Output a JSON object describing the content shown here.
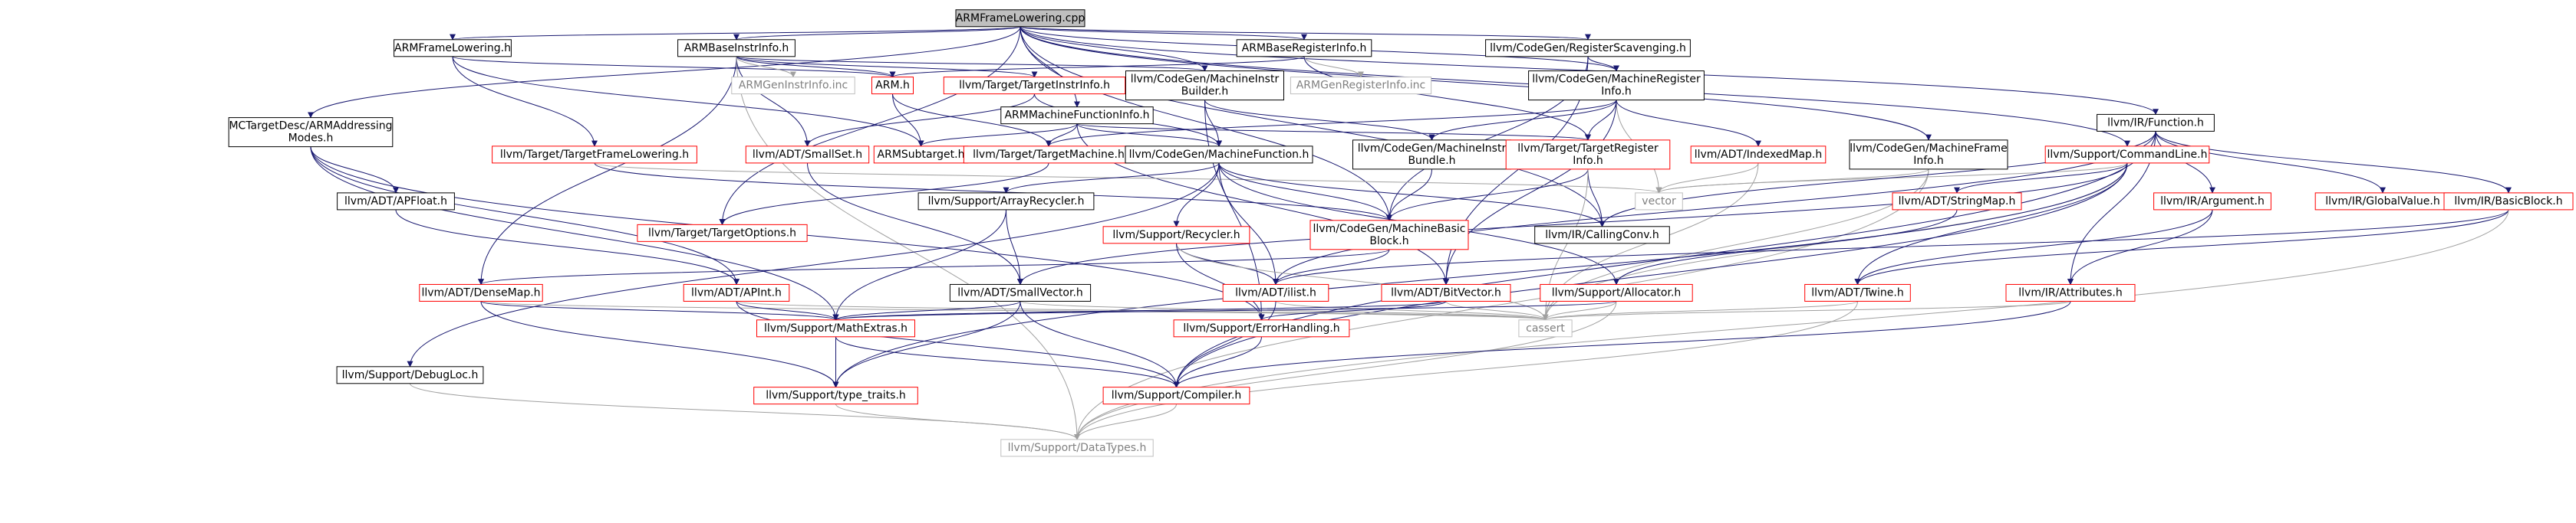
{
  "colors": {
    "edge": "#191970",
    "edge_light": "#a0a0a0",
    "box_border_black": "#000000",
    "box_border_red": "#ff0000",
    "box_border_gray": "#bfbfbf",
    "root_fill": "#bfbfbf",
    "text_red": "#ff0000",
    "text_gray": "#808080",
    "text_black": "#000000"
  },
  "nodes": [
    {
      "id": "root",
      "lines": [
        "ARMFrameLowering.cpp"
      ],
      "style": "root"
    },
    {
      "id": "armfl_h",
      "lines": [
        "ARMFrameLowering.h"
      ],
      "style": "black"
    },
    {
      "id": "armbaseinstr",
      "lines": [
        "ARMBaseInstrInfo.h"
      ],
      "style": "black"
    },
    {
      "id": "armbasereg",
      "lines": [
        "ARMBaseRegisterInfo.h"
      ],
      "style": "black"
    },
    {
      "id": "regscav",
      "lines": [
        "llvm/CodeGen/RegisterScavenging.h"
      ],
      "style": "black"
    },
    {
      "id": "armgeninstr",
      "lines": [
        "ARMGenInstrInfo.inc"
      ],
      "style": "gray"
    },
    {
      "id": "arm_h",
      "lines": [
        "ARM.h"
      ],
      "style": "red"
    },
    {
      "id": "targetinstr",
      "lines": [
        "llvm/Target/TargetInstrInfo.h"
      ],
      "style": "red"
    },
    {
      "id": "mibuilder",
      "lines": [
        "llvm/CodeGen/MachineInstr",
        "Builder.h"
      ],
      "style": "black"
    },
    {
      "id": "armgenreg",
      "lines": [
        "ARMGenRegisterInfo.inc"
      ],
      "style": "gray"
    },
    {
      "id": "mri",
      "lines": [
        "llvm/CodeGen/MachineRegister",
        "Info.h"
      ],
      "style": "black"
    },
    {
      "id": "armmfi",
      "lines": [
        "ARMMachineFunctionInfo.h"
      ],
      "style": "black"
    },
    {
      "id": "mctarget",
      "lines": [
        "MCTargetDesc/ARMAddressing",
        "Modes.h"
      ],
      "style": "black"
    },
    {
      "id": "tfl",
      "lines": [
        "llvm/Target/TargetFrameLowering.h"
      ],
      "style": "red"
    },
    {
      "id": "smallset",
      "lines": [
        "llvm/ADT/SmallSet.h"
      ],
      "style": "red"
    },
    {
      "id": "armsub",
      "lines": [
        "ARMSubtarget.h"
      ],
      "style": "red"
    },
    {
      "id": "targetmachine",
      "lines": [
        "llvm/Target/TargetMachine.h"
      ],
      "style": "red"
    },
    {
      "id": "mf",
      "lines": [
        "llvm/CodeGen/MachineFunction.h"
      ],
      "style": "black"
    },
    {
      "id": "mibundle",
      "lines": [
        "llvm/CodeGen/MachineInstr",
        "Bundle.h"
      ],
      "style": "black"
    },
    {
      "id": "tri",
      "lines": [
        "llvm/Target/TargetRegister",
        "Info.h"
      ],
      "style": "red"
    },
    {
      "id": "indexedmap",
      "lines": [
        "llvm/ADT/IndexedMap.h"
      ],
      "style": "red"
    },
    {
      "id": "mfi",
      "lines": [
        "llvm/CodeGen/MachineFrame",
        "Info.h"
      ],
      "style": "black"
    },
    {
      "id": "cmdline",
      "lines": [
        "llvm/Support/CommandLine.h"
      ],
      "style": "red"
    },
    {
      "id": "irfunction",
      "lines": [
        "llvm/IR/Function.h"
      ],
      "style": "black"
    },
    {
      "id": "vector",
      "lines": [
        "vector"
      ],
      "style": "gray"
    },
    {
      "id": "callingconv",
      "lines": [
        "llvm/IR/CallingConv.h"
      ],
      "style": "black"
    },
    {
      "id": "apfloat",
      "lines": [
        "llvm/ADT/APFloat.h"
      ],
      "style": "black"
    },
    {
      "id": "targetoptions",
      "lines": [
        "llvm/Target/TargetOptions.h"
      ],
      "style": "red"
    },
    {
      "id": "arrayrecycler",
      "lines": [
        "llvm/Support/ArrayRecycler.h"
      ],
      "style": "black"
    },
    {
      "id": "recycler",
      "lines": [
        "llvm/Support/Recycler.h"
      ],
      "style": "red"
    },
    {
      "id": "mbb",
      "lines": [
        "llvm/CodeGen/MachineBasic",
        "Block.h"
      ],
      "style": "red"
    },
    {
      "id": "stringmap",
      "lines": [
        "llvm/ADT/StringMap.h"
      ],
      "style": "red"
    },
    {
      "id": "irargument",
      "lines": [
        "llvm/IR/Argument.h"
      ],
      "style": "red"
    },
    {
      "id": "globalvalue",
      "lines": [
        "llvm/IR/GlobalValue.h"
      ],
      "style": "red"
    },
    {
      "id": "basicblock",
      "lines": [
        "llvm/IR/BasicBlock.h"
      ],
      "style": "red"
    },
    {
      "id": "densemap",
      "lines": [
        "llvm/ADT/DenseMap.h"
      ],
      "style": "red"
    },
    {
      "id": "apint",
      "lines": [
        "llvm/ADT/APInt.h"
      ],
      "style": "red"
    },
    {
      "id": "smallvector",
      "lines": [
        "llvm/ADT/SmallVector.h"
      ],
      "style": "black"
    },
    {
      "id": "ilist",
      "lines": [
        "llvm/ADT/ilist.h"
      ],
      "style": "red"
    },
    {
      "id": "bitvector",
      "lines": [
        "llvm/ADT/BitVector.h"
      ],
      "style": "red"
    },
    {
      "id": "allocator",
      "lines": [
        "llvm/Support/Allocator.h"
      ],
      "style": "red"
    },
    {
      "id": "twine",
      "lines": [
        "llvm/ADT/Twine.h"
      ],
      "style": "red"
    },
    {
      "id": "attributes",
      "lines": [
        "llvm/IR/Attributes.h"
      ],
      "style": "red"
    },
    {
      "id": "mathextras",
      "lines": [
        "llvm/Support/MathExtras.h"
      ],
      "style": "red"
    },
    {
      "id": "errorhandling",
      "lines": [
        "llvm/Support/ErrorHandling.h"
      ],
      "style": "red"
    },
    {
      "id": "cassert",
      "lines": [
        "cassert"
      ],
      "style": "gray"
    },
    {
      "id": "debugloc",
      "lines": [
        "llvm/Support/DebugLoc.h"
      ],
      "style": "black"
    },
    {
      "id": "typetraits",
      "lines": [
        "llvm/Support/type_traits.h"
      ],
      "style": "red"
    },
    {
      "id": "compiler",
      "lines": [
        "llvm/Support/Compiler.h"
      ],
      "style": "red"
    },
    {
      "id": "datatypes",
      "lines": [
        "llvm/Support/DataTypes.h"
      ],
      "style": "gray"
    }
  ],
  "edges": [
    [
      "root",
      "armfl_h"
    ],
    [
      "root",
      "armbaseinstr"
    ],
    [
      "root",
      "armbasereg"
    ],
    [
      "root",
      "regscav"
    ],
    [
      "root",
      "mri"
    ],
    [
      "root",
      "armmfi"
    ],
    [
      "root",
      "mctarget"
    ],
    [
      "root",
      "mibuilder"
    ],
    [
      "root",
      "mfi"
    ],
    [
      "root",
      "cmdline"
    ],
    [
      "root",
      "irfunction"
    ],
    [
      "root",
      "callingconv"
    ],
    [
      "root",
      "mbb"
    ],
    [
      "root",
      "targetoptions"
    ],
    [
      "armfl_h",
      "arm_h"
    ],
    [
      "armfl_h",
      "tfl"
    ],
    [
      "armfl_h",
      "armsub"
    ],
    [
      "armbaseinstr",
      "armgeninstr"
    ],
    [
      "armbaseinstr",
      "arm_h"
    ],
    [
      "armbaseinstr",
      "targetinstr"
    ],
    [
      "armbaseinstr",
      "mibuilder"
    ],
    [
      "armbaseinstr",
      "smallset"
    ],
    [
      "armbaseinstr",
      "densemap"
    ],
    [
      "armbaseinstr",
      "datatypes"
    ],
    [
      "armbasereg",
      "arm_h"
    ],
    [
      "armbasereg",
      "armgenreg"
    ],
    [
      "armbasereg",
      "tri"
    ],
    [
      "regscav",
      "mri"
    ],
    [
      "regscav",
      "bitvector"
    ],
    [
      "regscav",
      "mbb"
    ],
    [
      "arm_h",
      "targetmachine"
    ],
    [
      "arm_h",
      "armsub"
    ],
    [
      "targetinstr",
      "mf"
    ],
    [
      "targetinstr",
      "smallset"
    ],
    [
      "mibuilder",
      "mibundle"
    ],
    [
      "mibuilder",
      "mf"
    ],
    [
      "mibuilder",
      "errorhandling"
    ],
    [
      "mri",
      "tri"
    ],
    [
      "mri",
      "indexedmap"
    ],
    [
      "mri",
      "vector"
    ],
    [
      "mri",
      "bitvector"
    ],
    [
      "mri",
      "mibundle"
    ],
    [
      "mri",
      "targetmachine"
    ],
    [
      "armmfi",
      "mf"
    ],
    [
      "armmfi",
      "targetmachine"
    ],
    [
      "armmfi",
      "armsub"
    ],
    [
      "armmfi",
      "bitvector"
    ],
    [
      "armmfi",
      "tri"
    ],
    [
      "mctarget",
      "apfloat"
    ],
    [
      "mctarget",
      "apint"
    ],
    [
      "mctarget",
      "mathextras"
    ],
    [
      "mctarget",
      "errorhandling"
    ],
    [
      "tfl",
      "mbb"
    ],
    [
      "tfl",
      "vector"
    ],
    [
      "smallset",
      "smallvector"
    ],
    [
      "targetmachine",
      "targetoptions"
    ],
    [
      "mf",
      "mbb"
    ],
    [
      "mf",
      "recycler"
    ],
    [
      "mf",
      "arrayrecycler"
    ],
    [
      "mf",
      "ilist"
    ],
    [
      "mf",
      "debugloc"
    ],
    [
      "mf",
      "allocator"
    ],
    [
      "mf",
      "callingconv"
    ],
    [
      "mibundle",
      "mbb"
    ],
    [
      "tri",
      "mbb"
    ],
    [
      "tri",
      "callingconv"
    ],
    [
      "tri",
      "cassert"
    ],
    [
      "indexedmap",
      "vector"
    ],
    [
      "indexedmap",
      "cassert"
    ],
    [
      "mfi",
      "vector"
    ],
    [
      "mfi",
      "cassert"
    ],
    [
      "mfi",
      "datatypes"
    ],
    [
      "cmdline",
      "stringmap"
    ],
    [
      "cmdline",
      "twine"
    ],
    [
      "cmdline",
      "smallvector"
    ],
    [
      "cmdline",
      "vector"
    ],
    [
      "cmdline",
      "cassert"
    ],
    [
      "cmdline",
      "compiler"
    ],
    [
      "cmdline",
      "typetraits"
    ],
    [
      "irfunction",
      "irargument"
    ],
    [
      "irfunction",
      "globalvalue"
    ],
    [
      "irfunction",
      "basicblock"
    ],
    [
      "irfunction",
      "attributes"
    ],
    [
      "irfunction",
      "callingconv"
    ],
    [
      "irfunction",
      "compiler"
    ],
    [
      "irfunction",
      "ilist"
    ],
    [
      "apfloat",
      "apint"
    ],
    [
      "arrayrecycler",
      "smallvector"
    ],
    [
      "arrayrecycler",
      "mathextras"
    ],
    [
      "recycler",
      "ilist"
    ],
    [
      "recycler",
      "cassert"
    ],
    [
      "recycler",
      "errorhandling"
    ],
    [
      "mbb",
      "ilist"
    ],
    [
      "mbb",
      "densemap"
    ],
    [
      "stringmap",
      "allocator"
    ],
    [
      "irargument",
      "twine"
    ],
    [
      "irargument",
      "attributes"
    ],
    [
      "basicblock",
      "twine"
    ],
    [
      "basicblock",
      "ilist"
    ],
    [
      "basicblock",
      "datatypes"
    ],
    [
      "densemap",
      "mathextras"
    ],
    [
      "densemap",
      "typetraits"
    ],
    [
      "densemap",
      "cassert"
    ],
    [
      "apint",
      "mathextras"
    ],
    [
      "apint",
      "compiler"
    ],
    [
      "apint",
      "cassert"
    ],
    [
      "smallvector",
      "mathextras"
    ],
    [
      "smallvector",
      "typetraits"
    ],
    [
      "smallvector",
      "compiler"
    ],
    [
      "smallvector",
      "cassert"
    ],
    [
      "ilist",
      "compiler"
    ],
    [
      "ilist",
      "cassert"
    ],
    [
      "bitvector",
      "mathextras"
    ],
    [
      "bitvector",
      "errorhandling"
    ],
    [
      "bitvector",
      "cassert"
    ],
    [
      "allocator",
      "mathextras"
    ],
    [
      "allocator",
      "datatypes"
    ],
    [
      "allocator",
      "cassert"
    ],
    [
      "twine",
      "datatypes"
    ],
    [
      "twine",
      "cassert"
    ],
    [
      "attributes",
      "compiler"
    ],
    [
      "attributes",
      "cassert"
    ],
    [
      "mathextras",
      "typetraits"
    ],
    [
      "mathextras",
      "compiler"
    ],
    [
      "errorhandling",
      "compiler"
    ],
    [
      "debugloc",
      "datatypes"
    ],
    [
      "typetraits",
      "datatypes"
    ],
    [
      "compiler",
      "datatypes"
    ]
  ]
}
